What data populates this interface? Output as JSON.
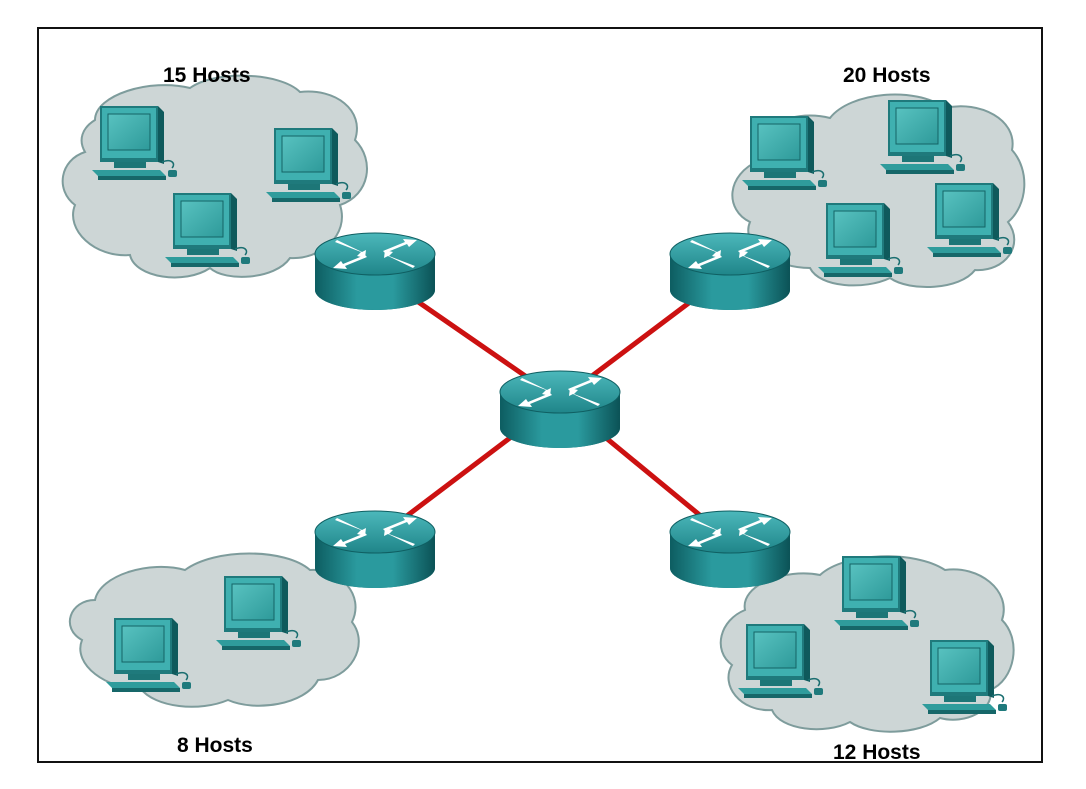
{
  "networks": [
    {
      "id": "top-left",
      "label": "15 Hosts"
    },
    {
      "id": "top-right",
      "label": "20 Hosts"
    },
    {
      "id": "bottom-left",
      "label": "8 Hosts"
    },
    {
      "id": "bottom-right",
      "label": "12 Hosts"
    }
  ],
  "colors": {
    "link": "#cc1111",
    "cloud_fill": "#cdd6d6",
    "cloud_stroke": "#7e9c9c",
    "router_top": "#2f9a9e",
    "router_side": "#0f6e72",
    "device": "#35a8a8",
    "device_dark": "#1d7878",
    "border": "#111111"
  },
  "icons": {
    "router": "router-icon",
    "host": "computer-icon",
    "network": "cloud-icon"
  }
}
